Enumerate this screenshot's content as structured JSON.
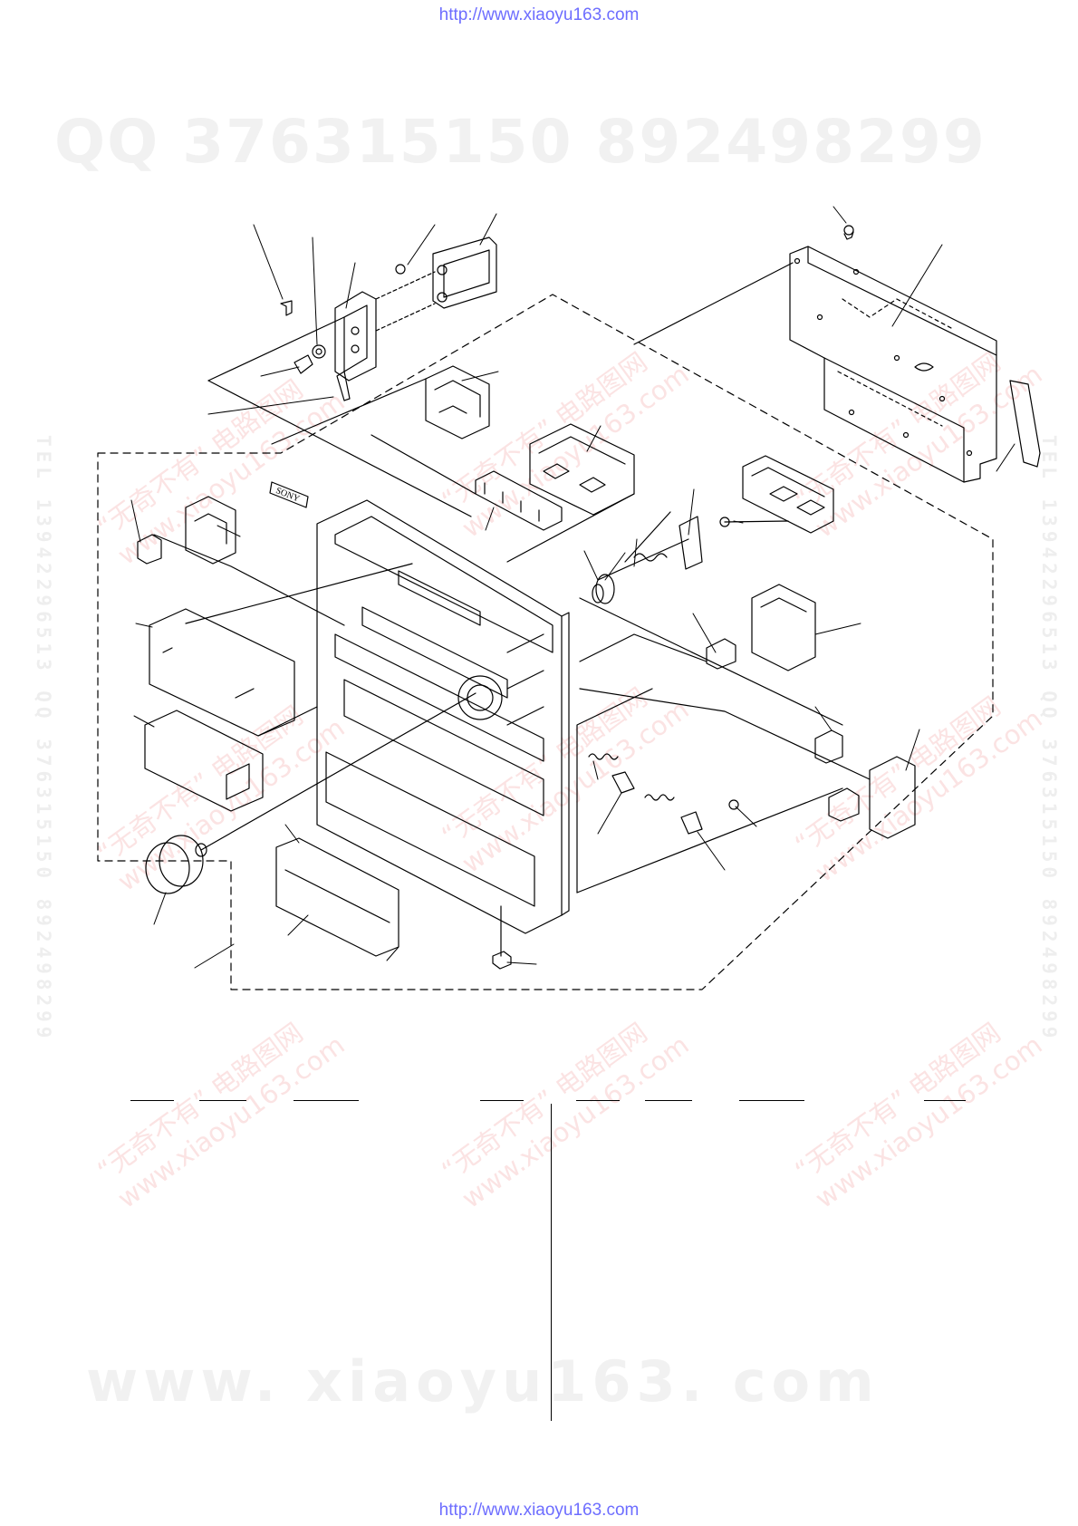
{
  "header": {
    "url": "http://www.xiaoyu163.com"
  },
  "footer": {
    "url": "http://www.xiaoyu163.com"
  },
  "watermarks": {
    "qq": "QQ 376315150    892498299",
    "site": "www. xiaoyu163. com",
    "tile_line1": "“无奇不有” 电路图网",
    "tile_line2": "www.xiaoyu163.com",
    "side": "TEL 13942296513  QQ 376315150  892498299"
  },
  "diagram": {
    "brand_plate": "SONY"
  }
}
